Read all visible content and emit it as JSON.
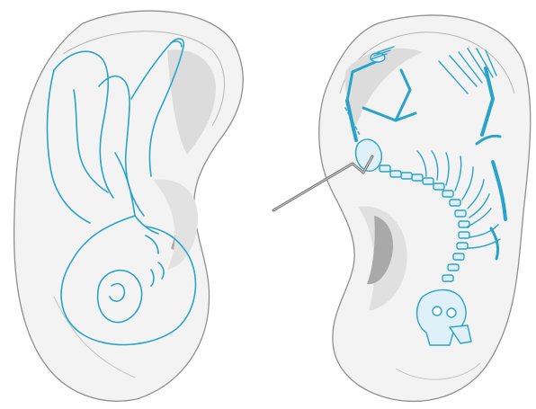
{
  "figure": {
    "panels": [
      {
        "id": "left",
        "content": "ear-with-inverted-fetus-overlay"
      },
      {
        "id": "right",
        "content": "ear-with-skeleton-overlay-and-probe"
      }
    ]
  },
  "colors": {
    "background": "#ffffff",
    "ear_fill": "#f3f3f3",
    "ear_stroke": "#8f8f8f",
    "concha_shade": "#d9d9d9",
    "canal_shadow": "#a9a9a9",
    "overlay_line": "#29a3c9",
    "bone_fill": "#dff0f8",
    "probe": "#6f6f6f"
  },
  "icons": [
    "ear-icon",
    "fetus-icon",
    "skeleton-icon",
    "probe-icon"
  ]
}
